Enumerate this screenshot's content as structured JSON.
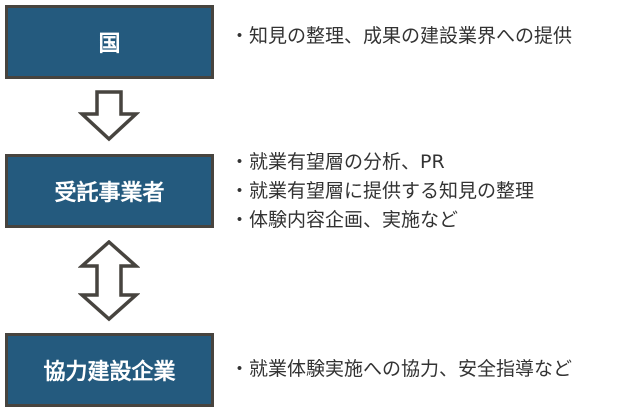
{
  "nodes": [
    {
      "label": "国",
      "notes": [
        "・知見の整理、成果の建設業界への提供"
      ]
    },
    {
      "label": "受託事業者",
      "notes": [
        "・就業有望層の分析、PR",
        "・就業有望層に提供する知見の整理",
        "・体験内容企画、実施など"
      ]
    },
    {
      "label": "協力建設企業",
      "notes": [
        "・就業体験実施への協力、安全指導など"
      ]
    }
  ],
  "colors": {
    "box_fill": "#245a7e",
    "box_border": "#47443f",
    "text": "#333333"
  }
}
